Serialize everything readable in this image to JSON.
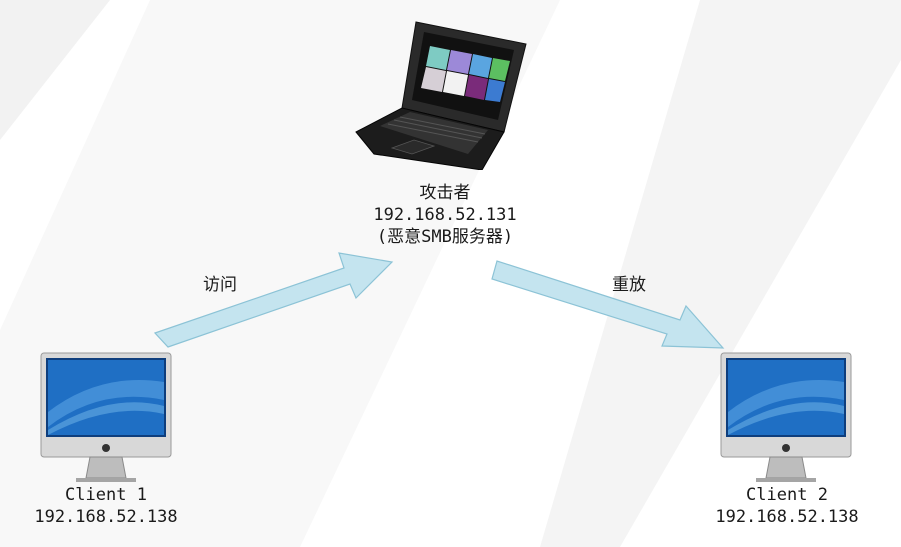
{
  "nodes": {
    "attacker": {
      "title": "攻击者",
      "ip": "192.168.52.131",
      "role": "(恶意SMB服务器)",
      "icon": "laptop-icon"
    },
    "client1": {
      "name": "Client 1",
      "ip": "192.168.52.138",
      "icon": "imac-icon"
    },
    "client2": {
      "name": "Client 2",
      "ip": "192.168.52.138",
      "icon": "imac-icon"
    }
  },
  "edges": {
    "access": {
      "label": "访问",
      "from": "client1",
      "to": "attacker"
    },
    "replay": {
      "label": "重放",
      "from": "attacker",
      "to": "client2"
    }
  },
  "colors": {
    "arrow_fill": "#c4e4ef",
    "arrow_stroke": "#8cc3d6",
    "screen_blue": "#1f6fc4",
    "laptop_body": "#222222"
  }
}
